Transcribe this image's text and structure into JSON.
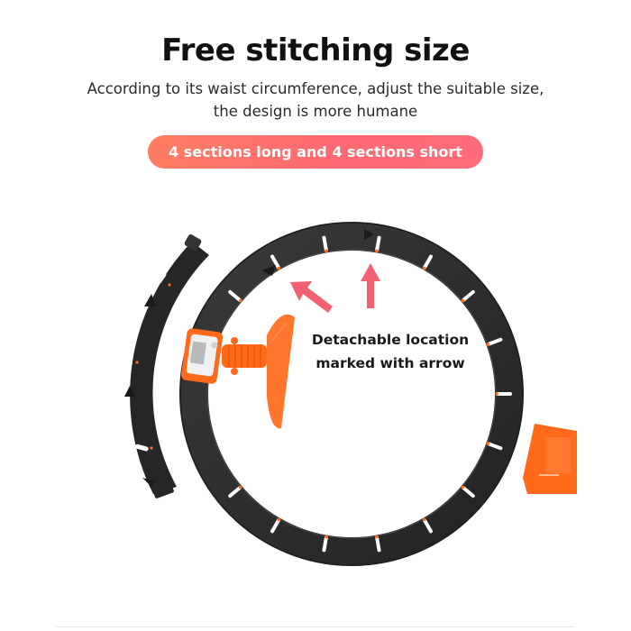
{
  "header": {
    "title": "Free stitching size",
    "subtitle_line1": "According to its waist circumference, adjust the suitable size,",
    "subtitle_line2": "the design is more humane"
  },
  "badge": {
    "label": "4 sections long and 4 sections short",
    "gradient_start": "#ff7d62",
    "gradient_end": "#ff6b7a"
  },
  "product": {
    "name": "smart-hula-hoop",
    "ring_color": "#2b2b2b",
    "accent_color": "#ff6a1a",
    "arrow_color": "#f4606f",
    "annotation_line1": "Detachable location",
    "annotation_line2": "marked with arrow",
    "icons": [
      "arrow-up-icon",
      "arrow-diagonal-icon",
      "counter-display-icon",
      "detached-segment-icon",
      "weight-ball-clip-icon"
    ]
  }
}
